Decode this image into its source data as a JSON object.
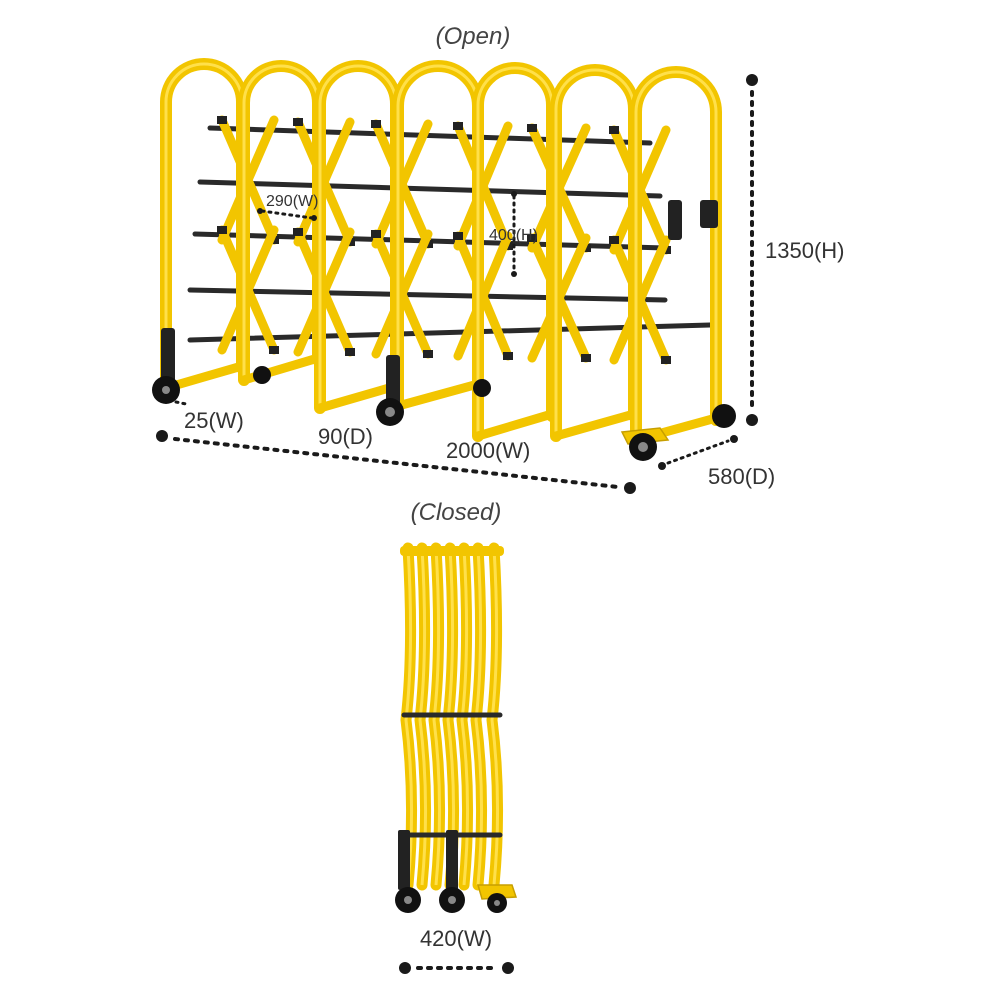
{
  "labels": {
    "open": "(Open)",
    "closed": "(Closed)"
  },
  "dimensions": {
    "height": "1350(H)",
    "depth": "580(D)",
    "width_open": "2000(W)",
    "panel_width": "25(W)",
    "panel_depth": "90(D)",
    "gap_width": "290(W)",
    "gap_height": "400(H)",
    "width_closed": "420(W)"
  },
  "colors": {
    "gate_yellow": "#f2c500",
    "rods_black": "#2a2a2a",
    "dimension_line": "#1a1a1a"
  }
}
